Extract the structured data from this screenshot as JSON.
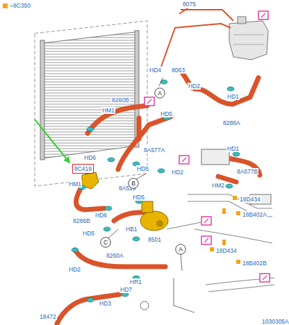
{
  "diagram": {
    "nodes": [
      {
        "text": [
          "A"
        ]
      },
      {
        "text": [
          "8C419"
        ]
      },
      {
        "text": [
          "B"
        ]
      },
      {
        "text": [
          "C"
        ]
      },
      {
        "text": [
          "A"
        ]
      }
    ],
    "labels": [
      "8075",
      "8063",
      "HD4",
      "HD2",
      "HD1",
      "8286A",
      "8260B",
      "HM1",
      "HD5",
      "HD6",
      "8A577A",
      "HD5",
      "HD2",
      "HD1",
      "8A577B",
      "HM1",
      "8A519",
      "HM2",
      "18D434",
      "18B402A",
      "8286B",
      "HD6",
      "HD5",
      "HB1",
      "8501",
      "18D434",
      "18B402B",
      "HD5",
      "HD2",
      "8260A",
      "HR1",
      "HD7",
      "HD3",
      "18472",
      "1030305A"
    ],
    "legend": [
      {
        "text": "=8C350",
        "color": "#f5a31a"
      }
    ]
  }
}
